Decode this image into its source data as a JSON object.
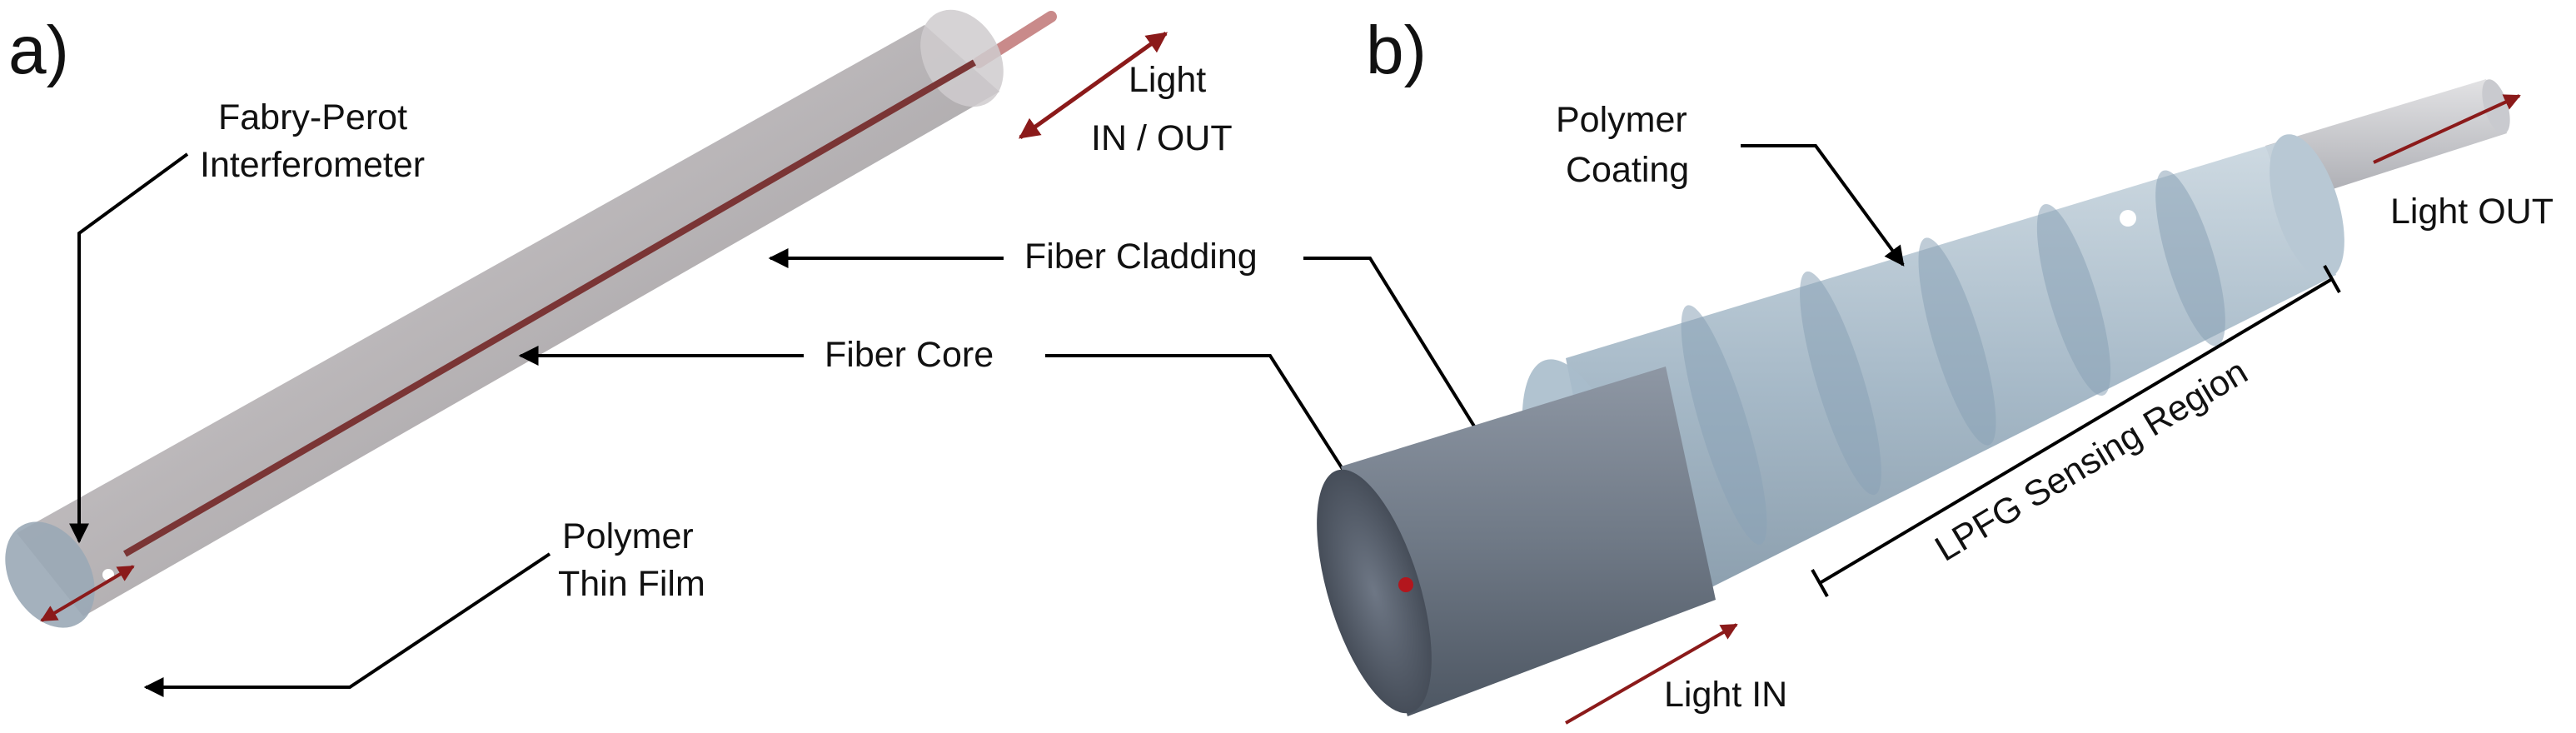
{
  "panels": {
    "a": {
      "tag": "a)",
      "labels": {
        "fp_line1": "Fabry-Perot",
        "fp_line2": "Interferometer",
        "light_line1": "Light",
        "light_line2": "IN / OUT",
        "polymer_line1": "Polymer",
        "polymer_line2": "Thin Film"
      }
    },
    "shared": {
      "fiber_cladding": "Fiber Cladding",
      "fiber_core": "Fiber Core"
    },
    "b": {
      "tag": "b)",
      "labels": {
        "coating_line1": "Polymer",
        "coating_line2": "Coating",
        "light_out": "Light OUT",
        "light_in": "Light IN",
        "sensing_region": "LPFG Sensing Region"
      }
    }
  },
  "colors": {
    "light_arrow": "#8b1a1a",
    "leader_line": "#000000",
    "cladding_gray": "#9a9599",
    "coating_blue": "#9fb4c4",
    "core_red": "#8b1a1a"
  }
}
